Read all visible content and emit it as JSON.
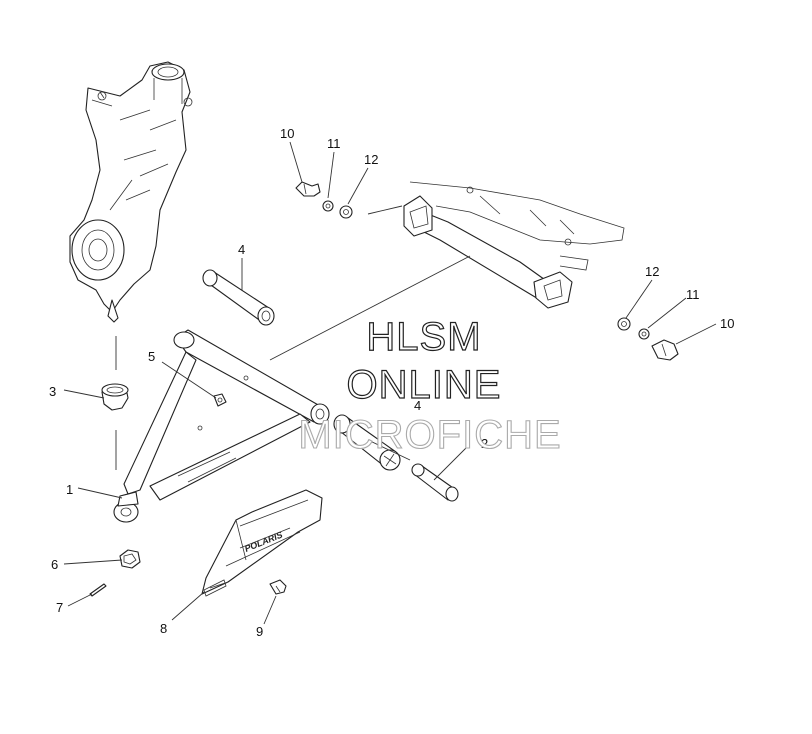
{
  "watermark": {
    "line1": "HLSM",
    "line2": "ONLINE",
    "line3": "MICROFICHE"
  },
  "guard_logo": "POLARIS",
  "callouts": {
    "c1": "1",
    "c2": "2",
    "c3": "3",
    "c4a": "4",
    "c4b": "4",
    "c5": "5",
    "c6": "6",
    "c7": "7",
    "c8": "8",
    "c9": "9",
    "c10a": "10",
    "c10b": "10",
    "c11a": "11",
    "c11b": "11",
    "c12a": "12",
    "c12b": "12"
  }
}
